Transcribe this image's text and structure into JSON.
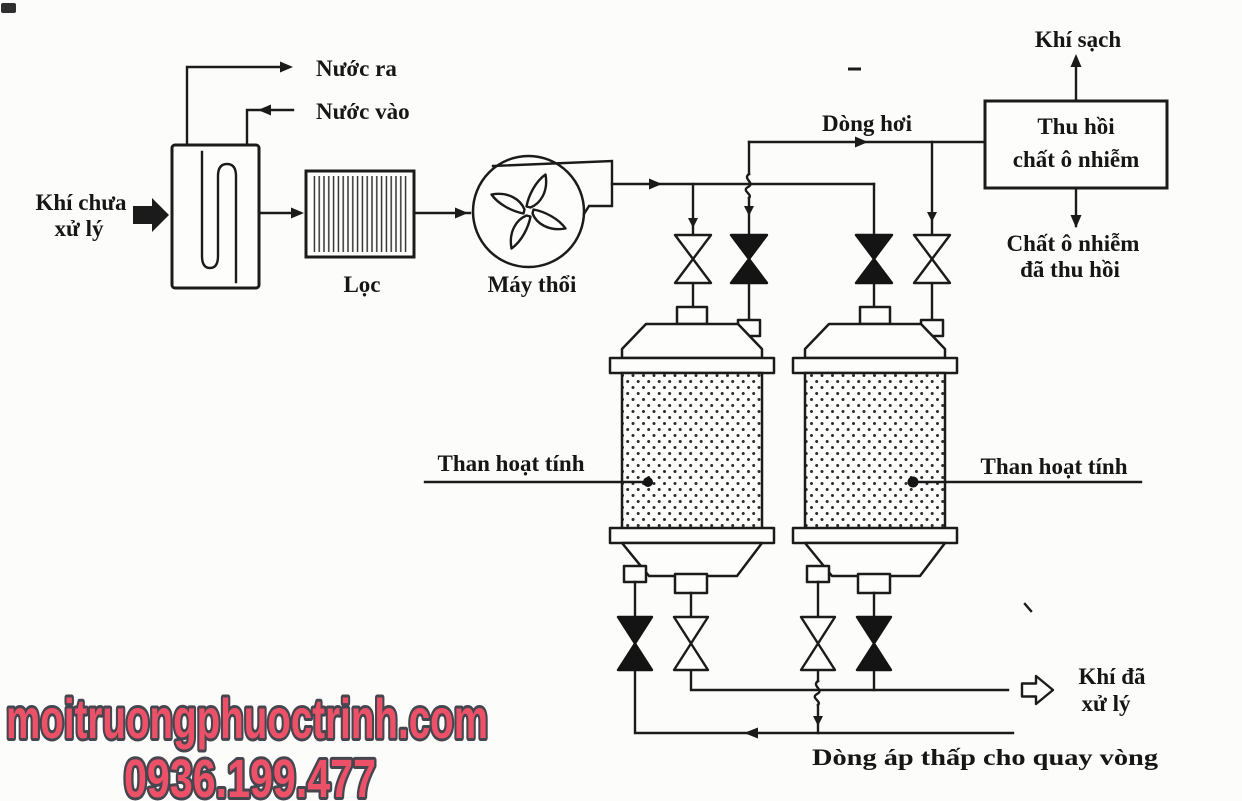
{
  "diagram": {
    "labels": {
      "untreated_gas_line1": "Khí chưa",
      "untreated_gas_line2": "xử lý",
      "water_out": "Nước ra",
      "water_in": "Nước vào",
      "filter": "Lọc",
      "blower": "Máy thổi",
      "vapor_stream": "Dòng hơi",
      "clean_gas": "Khí sạch",
      "recovery_unit_line1": "Thu hồi",
      "recovery_unit_line2": "chất ô nhiễm",
      "recovered_pollutant_line1": "Chất ô nhiễm",
      "recovered_pollutant_line2": "đã thu hồi",
      "activated_carbon_left": "Than hoạt tính",
      "activated_carbon_right": "Than hoạt tính",
      "treated_gas_line1": "Khí đã",
      "treated_gas_line2": "xử lý",
      "low_pressure_recycle_stream": "Dòng áp thấp cho quay vòng"
    },
    "colors": {
      "line": "#1b1b1b",
      "background": "#fcfcfa"
    }
  },
  "watermark": {
    "website": "moitruongphuoctrinh.com",
    "phone": "0936.199.477",
    "fill_color": "#ec5168",
    "outline_color": "#45464f"
  }
}
